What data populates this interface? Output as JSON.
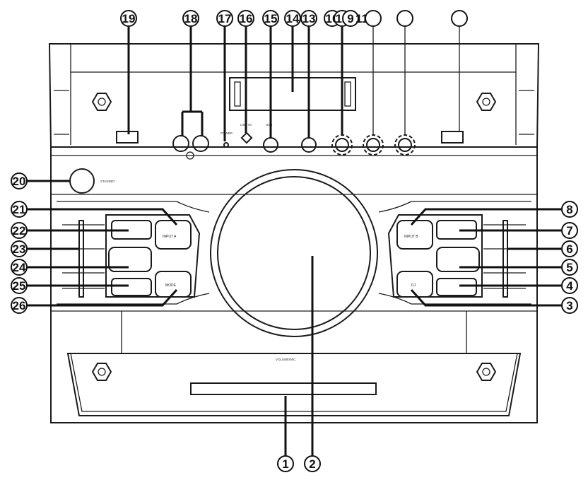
{
  "callouts": [
    "1",
    "2",
    "3",
    "4",
    "5",
    "6",
    "7",
    "8",
    "9",
    "10",
    "11",
    "12",
    "13",
    "14",
    "15",
    "16",
    "17",
    "18",
    "19",
    "20",
    "21",
    "22",
    "23",
    "24",
    "25",
    "26"
  ],
  "panel_labels": {
    "standby": "STANDBY",
    "power": "POWER",
    "line_in": "LINE IN",
    "usb": "USB",
    "volume_mic": "VOLUME/MIC",
    "input_a": "INPUT A",
    "input_b": "INPUT B",
    "mode": "MODE",
    "dj": "DJ"
  }
}
